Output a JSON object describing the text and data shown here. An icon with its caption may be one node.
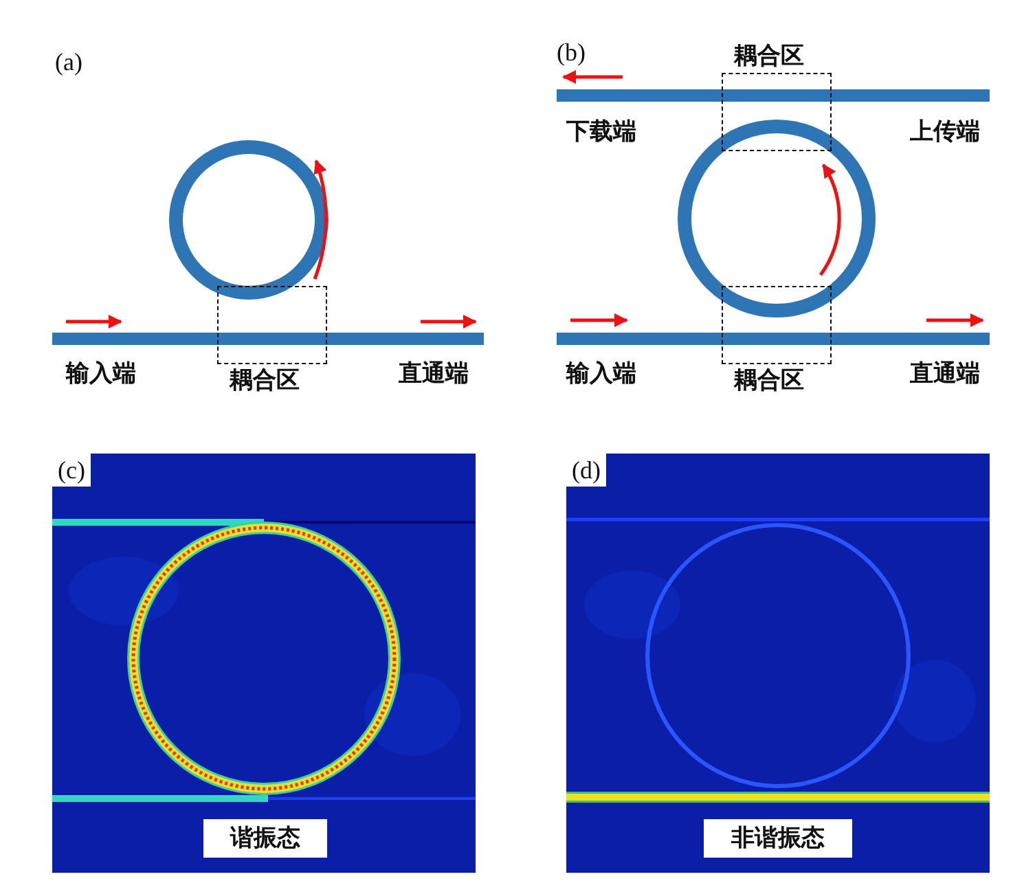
{
  "diagram": {
    "nodes": [
      {
        "text": [
          "耦合区"
        ]
      },
      {
        "text": [
          "耦合区"
        ]
      },
      {
        "text": [
          "耦合区"
        ]
      },
      {
        "text": [
          "谐振态"
        ]
      },
      {
        "text": [
          "非谐振态"
        ]
      }
    ],
    "labels": [
      "(a)",
      "(b)",
      "下载端",
      "上传端",
      "输入端",
      "直通端",
      "输入端",
      "直通端",
      "(c)",
      "(d)"
    ]
  }
}
